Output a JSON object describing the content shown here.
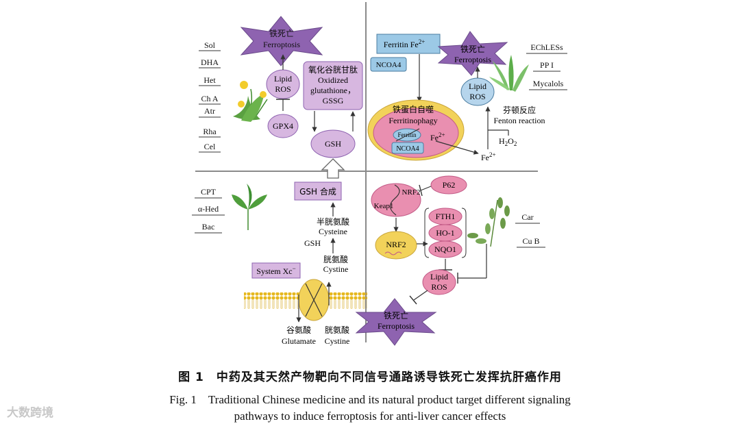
{
  "quadrant_top_left": {
    "ferroptosis_cn": "铁死亡",
    "ferroptosis_en": "Ferroptosis",
    "compounds": [
      "Sol",
      "DHA",
      "Het",
      "Ch A",
      "Atr",
      "Rha",
      "Cel"
    ],
    "lipid_ros": [
      "Lipid",
      "ROS"
    ],
    "gpx4": "GPX4",
    "gssg_cn": "氧化谷胱甘肽",
    "gssg_en": [
      "Oxidized",
      "glutathione，",
      "GSSG"
    ],
    "gsh": "GSH"
  },
  "quadrant_top_right": {
    "ferritin_fe": "Ferritin Fe",
    "ferritin_fe_sup": "2+",
    "ncoa4": "NCOA4",
    "ferroptosis_cn": "铁死亡",
    "ferroptosis_en": "Ferroptosis",
    "compounds": [
      "EChLESs",
      "PP I",
      "Mycalols"
    ],
    "lipid_ros": [
      "Lipid",
      "ROS"
    ],
    "fenton_cn": "芬顿反应",
    "fenton_en": "Fenton reaction",
    "ferritinophagy_cn": "铁蛋白自噬",
    "ferritinophagy_en": "Ferritinophagy",
    "ferritin_small": "Ferritin",
    "ncoa4_inner": "NCOA4",
    "fe": "Fe",
    "fe_sup": "2+",
    "h2o2": "H",
    "h2o2_sub": "2",
    "h2o2_mid": "O",
    "fe2": "Fe",
    "fe2_sup": "2+"
  },
  "quadrant_bottom_left": {
    "compounds": [
      "CPT",
      "α-Hed",
      "Bac"
    ],
    "gsh_synthesis": "GSH 合成",
    "cysteine_cn": "半胱氨酸",
    "cysteine_en": "Cysteine",
    "gsh": "GSH",
    "cystine_cn": "胱氨酸",
    "cystine_en": "Cystine",
    "system_xc": "System Xc",
    "system_xc_sup": "−",
    "glutamate_cn": "谷氨酸",
    "glutamate_en": "Glutamate",
    "cystine2_cn": "胱氨酸",
    "cystine2_en": "Cystine"
  },
  "quadrant_bottom_right": {
    "p62": "P62",
    "nrf2": "NRF2",
    "keap1": "Keap1",
    "nrf2_nucleus": "NRF2",
    "targets": [
      "FTH1",
      "HO-1",
      "NQO1"
    ],
    "lipid_ros": [
      "Lipid",
      "ROS"
    ],
    "ferroptosis_cn": "铁死亡",
    "ferroptosis_en": "Ferroptosis",
    "compounds": [
      "Car",
      "Cu B"
    ]
  },
  "caption": {
    "cn": "图 1　中药及其天然产物靶向不同信号通路诱导铁死亡发挥抗肝癌作用",
    "en_line1": "Fig. 1　Traditional Chinese medicine and its natural product target different signaling",
    "en_line2": "pathways to induce ferroptosis for anti-liver cancer effects"
  },
  "watermark": "大数跨境",
  "colors": {
    "purple": "#9a6cb9",
    "light_purple": "#d7b7e0",
    "pink": "#e98fb0",
    "blue_box": "#9cc9e6",
    "yellow": "#f2d25a",
    "border": "#6a4a8a"
  }
}
